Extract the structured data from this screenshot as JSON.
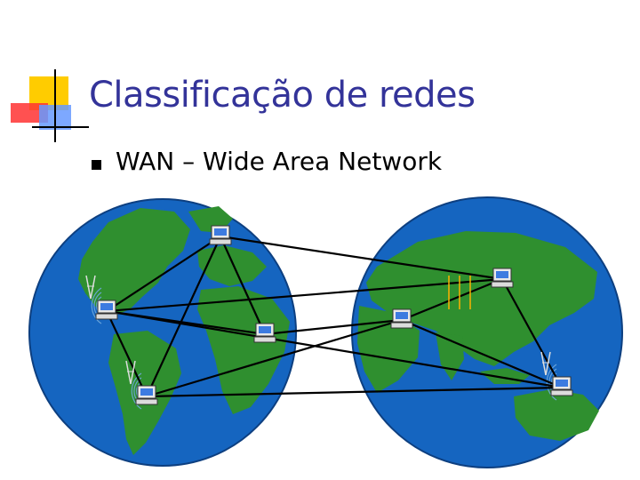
{
  "slide": {
    "title": "Classificação de redes",
    "bullets": [
      {
        "text": "WAN – Wide Area Network"
      }
    ]
  },
  "colors": {
    "title": "#333399",
    "ocean": "#1565c0",
    "land": "#2f8f2f",
    "link": "#000000",
    "deco_yellow": "#ffcc00",
    "deco_red": "#ff3333",
    "deco_blue": "#6699ff"
  },
  "diagram": {
    "nodes": [
      {
        "id": "north-america",
        "icon": "computer-icon",
        "has_antenna": true,
        "has_signal": true
      },
      {
        "id": "canada",
        "icon": "computer-icon"
      },
      {
        "id": "south-america",
        "icon": "computer-icon",
        "has_antenna": true,
        "has_signal": true
      },
      {
        "id": "west-africa",
        "icon": "computer-icon"
      },
      {
        "id": "middle-east",
        "icon": "computer-icon"
      },
      {
        "id": "russia",
        "icon": "computer-icon",
        "has_tower": true
      },
      {
        "id": "australia",
        "icon": "computer-icon",
        "has_antenna": true,
        "has_signal": true
      }
    ],
    "links": [
      [
        "north-america",
        "canada"
      ],
      [
        "north-america",
        "south-america"
      ],
      [
        "north-america",
        "west-africa"
      ],
      [
        "north-america",
        "russia"
      ],
      [
        "north-america",
        "australia"
      ],
      [
        "canada",
        "west-africa"
      ],
      [
        "canada",
        "russia"
      ],
      [
        "south-america",
        "canada"
      ],
      [
        "south-america",
        "middle-east"
      ],
      [
        "south-america",
        "australia"
      ],
      [
        "west-africa",
        "middle-east"
      ],
      [
        "middle-east",
        "russia"
      ],
      [
        "middle-east",
        "australia"
      ],
      [
        "russia",
        "australia"
      ]
    ]
  }
}
